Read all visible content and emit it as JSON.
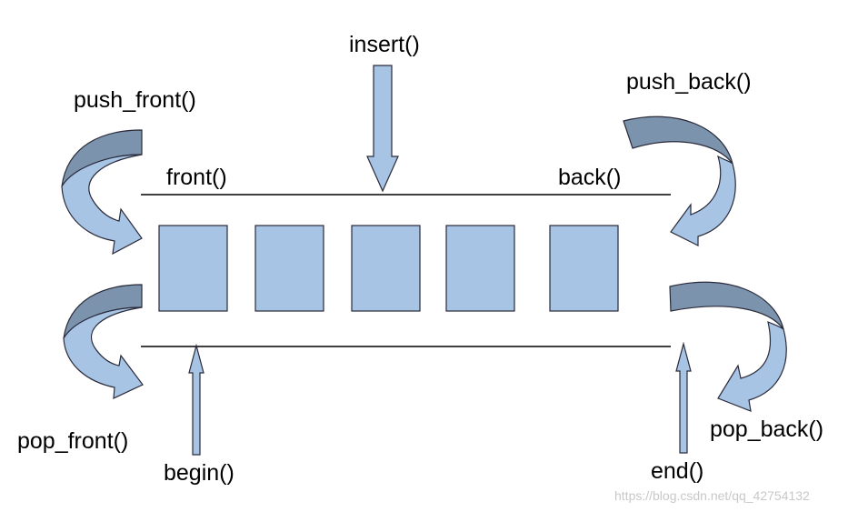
{
  "labels": {
    "insert": "insert()",
    "push_front": "push_front()",
    "push_back": "push_back()",
    "front": "front()",
    "back": "back()",
    "pop_front": "pop_front()",
    "pop_back": "pop_back()",
    "begin": "begin()",
    "end": "end()"
  },
  "watermark": "https://blog.csdn.net/qq_42754132",
  "colors": {
    "element_fill": "#a7c4e5",
    "arrow_light": "#a7c4e5",
    "arrow_dark": "#7b93ad",
    "outline": "#2a2a3a",
    "line": "#000000"
  }
}
